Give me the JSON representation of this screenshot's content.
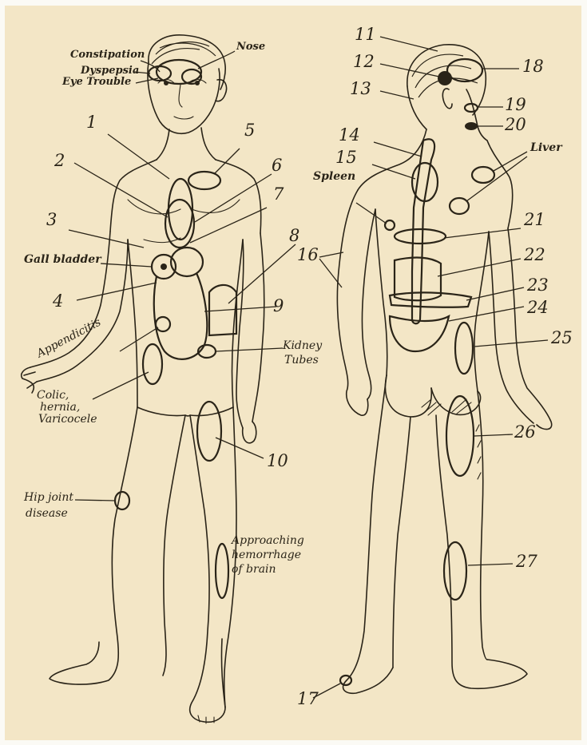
{
  "labels": {
    "nose": "Nose",
    "constipation": "Constipation",
    "dyspepsia": "Dyspepsia",
    "eye_trouble": "Eye Trouble",
    "gall_bladder": "Gall bladder",
    "appendicitis": "Appendicitis",
    "colic_1": "Colic,",
    "colic_2": "hernia,",
    "colic_3": "Varicocele",
    "kidney_1": "Kidney",
    "kidney_2": "Tubes",
    "hip_1": "Hip joint",
    "hip_2": "disease",
    "hem_1": "Approaching",
    "hem_2": "hemorrhage",
    "hem_3": "of brain",
    "spleen": "Spleen",
    "liver": "Liver"
  },
  "numbers": {
    "n1": "1",
    "n2": "2",
    "n3": "3",
    "n4": "4",
    "n5": "5",
    "n6": "6",
    "n7": "7",
    "n8": "8",
    "n9": "9",
    "n10": "10",
    "n11": "11",
    "n12": "12",
    "n13": "13",
    "n14": "14",
    "n15": "15",
    "n16": "16",
    "n17": "17",
    "n18": "18",
    "n19": "19",
    "n20": "20",
    "n21": "21",
    "n22": "22",
    "n23": "23",
    "n24": "24",
    "n25": "25",
    "n26": "26",
    "n27": "27"
  },
  "colors": {
    "paper": "#f3e6c6",
    "ink": "#2a2418",
    "border": "#fbfaf5"
  }
}
